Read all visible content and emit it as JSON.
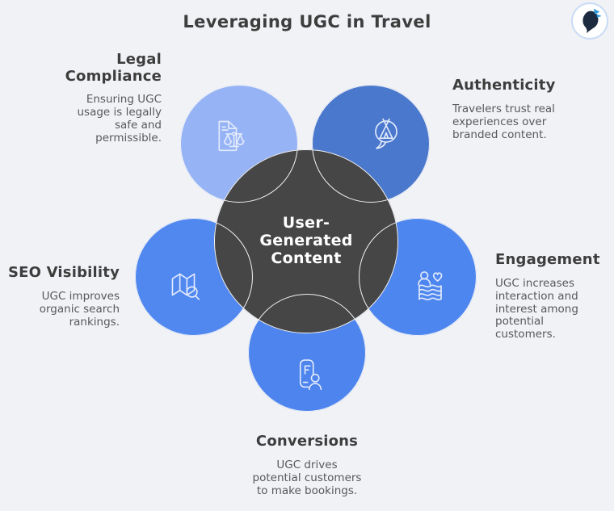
{
  "title": "Leveraging UGC in Travel",
  "center": {
    "label": "User-\nGenerated\nContent"
  },
  "sections": [
    {
      "id": "legal-compliance",
      "heading": "Legal\nCompliance",
      "description": "Ensuring UGC\nusage is legally\nsafe and\npermissible.",
      "icon": "document-scales-icon",
      "circle_color": "#96b4f5"
    },
    {
      "id": "authenticity",
      "heading": "Authenticity",
      "description": "Travelers trust real\nexperiences over\nbranded content.",
      "icon": "speech-bubble-tent-icon",
      "circle_color": "#4a78cd"
    },
    {
      "id": "seo-visibility",
      "heading": "SEO Visibility",
      "description": "UGC improves\norganic search\nrankings.",
      "icon": "map-magnifier-icon",
      "circle_color": "#5088f0"
    },
    {
      "id": "engagement",
      "heading": "Engagement",
      "description": "UGC increases\ninteraction and\ninterest among\npotential\ncustomers.",
      "icon": "person-heart-flag-icon",
      "circle_color": "#4e86ef"
    },
    {
      "id": "conversions",
      "heading": "Conversions",
      "description": "UGC drives\npotential customers\nto make bookings.",
      "icon": "phone-person-icon",
      "circle_color": "#4d84ee"
    }
  ],
  "colors": {
    "background": "#f1f2f6",
    "center_circle": "#464646",
    "center_text": "#ffffff",
    "heading_text": "#3d3d3d",
    "body_text": "#57585a",
    "outline": "#f1f2f6",
    "icon_stroke": "#e3eafc",
    "petal_legal": "#96b4f5",
    "petal_authenticity": "#4a78cd",
    "petal_seo": "#5088f0",
    "petal_engagement": "#4e86ef",
    "petal_conversions": "#4d84ee",
    "logo_bg": "#ffffff",
    "logo_ring": "#c9dcf5",
    "logo_dark": "#1c2b40",
    "logo_accent": "#2f9bd9"
  }
}
